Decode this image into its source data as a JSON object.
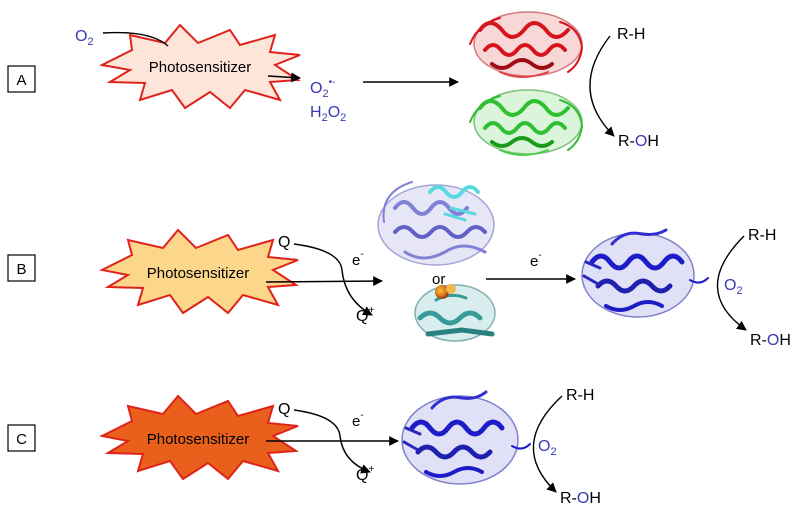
{
  "panels": {
    "a": {
      "label": "A",
      "sensitizer": "Photosensitizer",
      "oxygen": "O",
      "oxygen_sub": "2",
      "superoxide": "O",
      "superoxide_sub": "2",
      "superoxide_sup": "•-",
      "peroxide_h": "H",
      "peroxide_h_sub": "2",
      "peroxide_o": "O",
      "peroxide_o_sub": "2",
      "substrate": "R-H",
      "product_r": "R-",
      "product_o": "O",
      "product_h": "H"
    },
    "b": {
      "label": "B",
      "sensitizer": "Photosensitizer",
      "quencher": "Q",
      "quencher_ox": "Q",
      "quencher_ox_sup": "+",
      "electron1": "e",
      "electron1_sup": "-",
      "or_text": "or",
      "electron2": "e",
      "electron2_sup": "-",
      "substrate": "R-H",
      "oxygen": "O",
      "oxygen_sub": "2",
      "product_r": "R-",
      "product_o": "O",
      "product_h": "H"
    },
    "c": {
      "label": "C",
      "sensitizer": "Photosensitizer",
      "quencher": "Q",
      "quencher_ox": "Q",
      "quencher_ox_sup": "+",
      "electron": "e",
      "electron_sup": "-",
      "substrate": "R-H",
      "oxygen": "O",
      "oxygen_sub": "2",
      "product_r": "R-",
      "product_o": "O",
      "product_h": "H"
    }
  },
  "colors": {
    "burst_outline": "#e0221b",
    "burst_a_fill": "#fde5d9",
    "burst_b_fill": "#fcd68a",
    "burst_c_fill": "#e8601c",
    "blue_text": "#3a3ab4",
    "protein_red": "#d6141c",
    "protein_green": "#2fbf2f",
    "protein_lavender": "#8080d6",
    "protein_cyan": "#58d8e0",
    "protein_teal": "#3a9a9a",
    "protein_blue": "#1c1cc8"
  },
  "icons": {
    "enzyme_a_top": "protein-ribbon-red",
    "enzyme_a_bottom": "protein-ribbon-green",
    "reductase": "protein-ribbon-lavender-cyan",
    "ferredoxin": "protein-ribbon-teal-iron-sulfur",
    "p450_b": "protein-ribbon-blue",
    "p450_c": "protein-ribbon-blue"
  }
}
